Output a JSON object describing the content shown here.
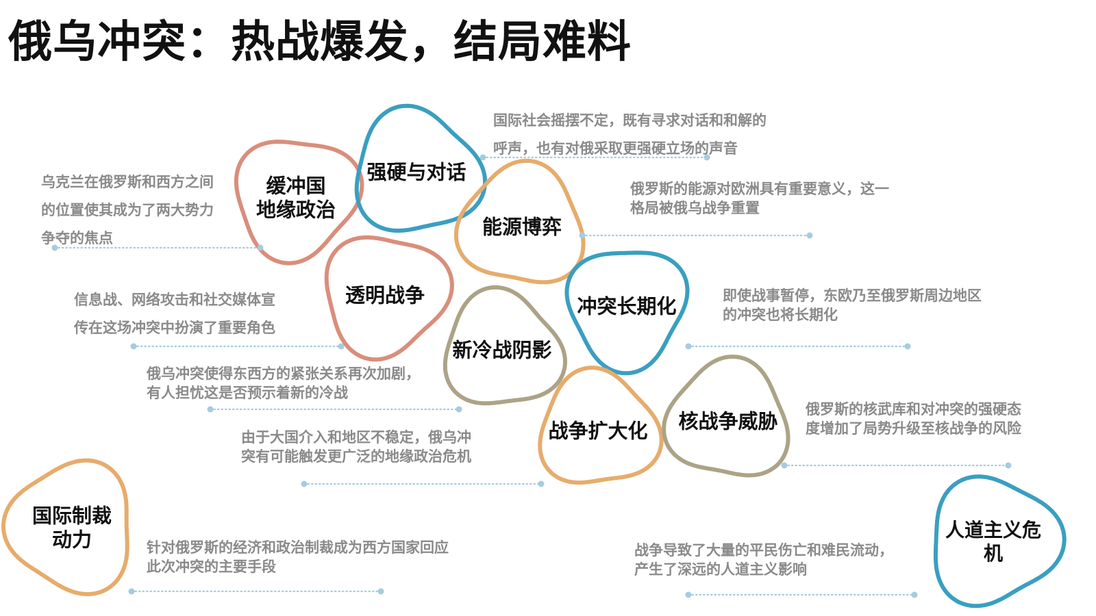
{
  "title": "俄乌冲突：热战爆发，结局难料",
  "colors": {
    "salmon": "#D98E7C",
    "teal": "#3A9FC0",
    "orange": "#E6AC6C",
    "olive": "#ACA387",
    "dots": "#A5CCDF"
  },
  "topics": [
    {
      "id": "buffer",
      "label": "缓冲国\n地缘政治",
      "color": "salmon",
      "desc": "乌克兰在俄罗斯和西方之间\n的位置使其成为了两大势力\n争夺的焦点"
    },
    {
      "id": "dialogue",
      "label": "强硬与对话",
      "color": "teal",
      "desc": "国际社会摇摆不定，既有寻求对话和和解的\n呼声，也有对俄采取更强硬立场的声音"
    },
    {
      "id": "energy",
      "label": "能源博弈",
      "color": "orange",
      "desc": "俄罗斯的能源对欧洲具有重要意义，这一\n格局被俄乌战争重置"
    },
    {
      "id": "transparent",
      "label": "透明战争",
      "color": "salmon",
      "desc": "信息战、网络攻击和社交媒体宣\n传在这场冲突中扮演了重要角色"
    },
    {
      "id": "longterm",
      "label": "冲突长期化",
      "color": "teal",
      "desc": "即使战事暂停，东欧乃至俄罗斯周边地区\n的冲突也将长期化"
    },
    {
      "id": "coldwar",
      "label": "新冷战阴影",
      "color": "olive",
      "desc": "俄乌冲突使得东西方的紧张关系再次加剧，\n有人担忧这是否预示着新的冷战"
    },
    {
      "id": "escalation",
      "label": "战争扩大化",
      "color": "orange",
      "desc": "由于大国介入和地区不稳定，俄乌冲\n突有可能触发更广泛的地缘政治危机"
    },
    {
      "id": "nuclear",
      "label": "核战争威胁",
      "color": "olive",
      "desc": "俄罗斯的核武库和对冲突的强硬态\n度增加了局势升级至核战争的风险"
    },
    {
      "id": "sanctions",
      "label": "国际制裁\n动力",
      "color": "orange",
      "desc": "针对俄罗斯的经济和政治制裁成为西方国家回应\n此次冲突的主要手段"
    },
    {
      "id": "humanitarian",
      "label": "人道主义危机",
      "color": "teal",
      "desc": "战争导致了大量的平民伤亡和难民流动，\n产生了深远的人道主义影响"
    }
  ]
}
